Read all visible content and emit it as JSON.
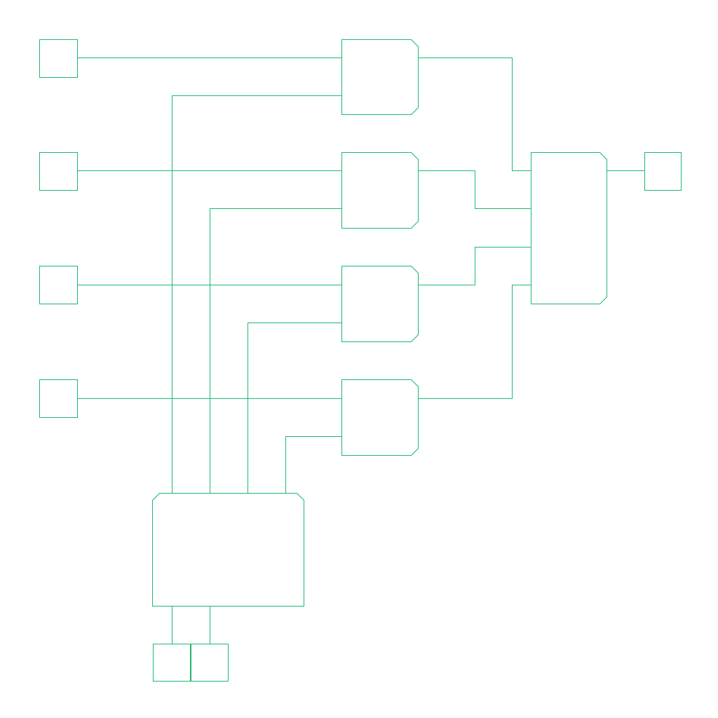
{
  "diagram": {
    "kind": "block schematic",
    "stroke_color": "#1db96e",
    "background_color": "#ffffff",
    "inputs": [
      "input-port-1",
      "input-port-2",
      "input-port-3",
      "input-port-4"
    ],
    "outputs": [
      "output-port"
    ],
    "bottom_ports": [
      "bottom-port-1",
      "bottom-port-2"
    ],
    "gates": [
      "gate-1",
      "gate-2",
      "gate-3",
      "gate-4"
    ],
    "combiner": "combiner-block",
    "controller": "controller-block",
    "connections": [
      {
        "from": "input-port-1",
        "to": "gate-1"
      },
      {
        "from": "input-port-2",
        "to": "gate-2"
      },
      {
        "from": "input-port-3",
        "to": "gate-3"
      },
      {
        "from": "input-port-4",
        "to": "gate-4"
      },
      {
        "from": "controller-block",
        "to": "gate-1"
      },
      {
        "from": "controller-block",
        "to": "gate-2"
      },
      {
        "from": "controller-block",
        "to": "gate-3"
      },
      {
        "from": "controller-block",
        "to": "gate-4"
      },
      {
        "from": "gate-1",
        "to": "combiner-block"
      },
      {
        "from": "gate-2",
        "to": "combiner-block"
      },
      {
        "from": "gate-3",
        "to": "combiner-block"
      },
      {
        "from": "gate-4",
        "to": "combiner-block"
      },
      {
        "from": "combiner-block",
        "to": "output-port"
      },
      {
        "from": "bottom-port-1",
        "to": "controller-block"
      },
      {
        "from": "bottom-port-2",
        "to": "controller-block"
      }
    ]
  }
}
